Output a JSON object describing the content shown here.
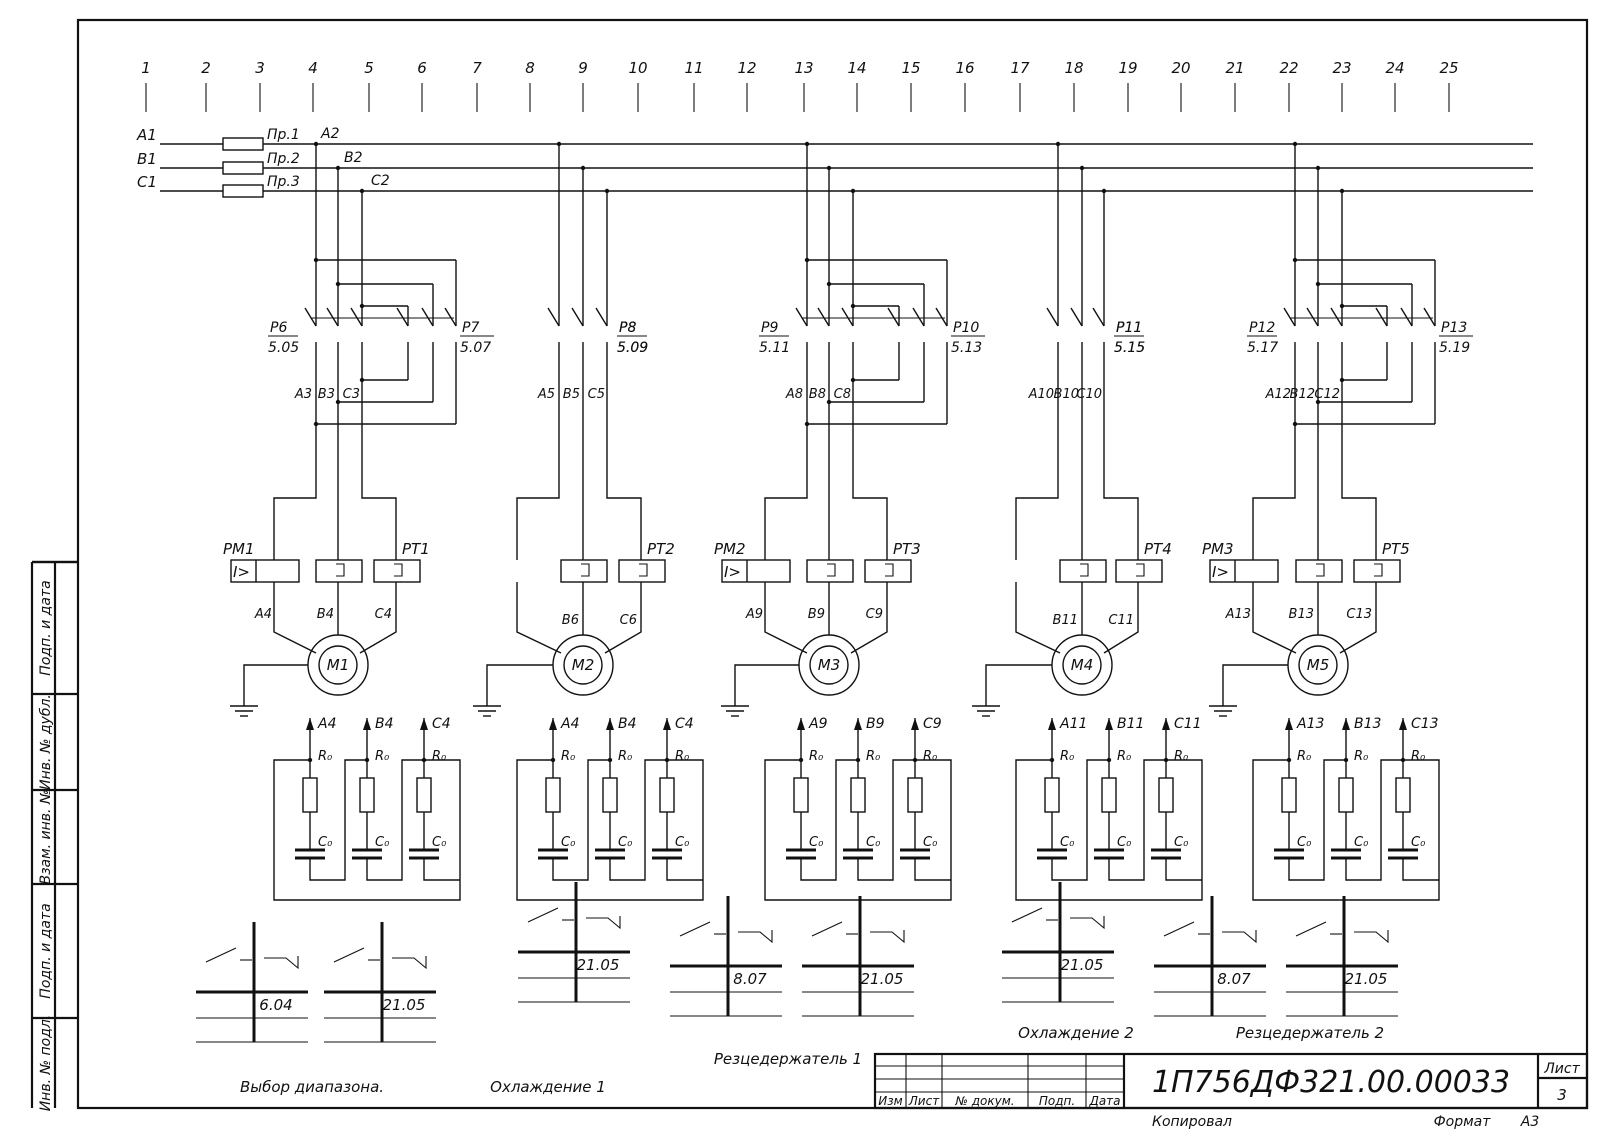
{
  "columns": [
    "1",
    "2",
    "3",
    "4",
    "5",
    "6",
    "7",
    "8",
    "9",
    "10",
    "11",
    "12",
    "13",
    "14",
    "15",
    "16",
    "17",
    "18",
    "19",
    "20",
    "21",
    "22",
    "23",
    "24",
    "25"
  ],
  "bus": {
    "phases": [
      "A1",
      "B1",
      "C1"
    ],
    "fuses": [
      "Пр.1",
      "Пр.2",
      "Пр.3"
    ],
    "taps": [
      "A2",
      "B2",
      "C2"
    ]
  },
  "sections": [
    {
      "id": "1",
      "contactors": [
        {
          "name": "Р6",
          "code": "5.05"
        },
        {
          "name": "Р7",
          "code": "5.07"
        }
      ],
      "wires_mid": [
        "А3",
        "В3",
        "С3"
      ],
      "relays": [
        "РМ1",
        "РТ1"
      ],
      "wires_low": [
        "А4",
        "В4",
        "С4"
      ],
      "motor": "М1",
      "filter_phases": [
        "А4",
        "В4",
        "С4"
      ]
    },
    {
      "id": "2",
      "contactors": [
        {
          "name": "Р8",
          "code": "5.09"
        }
      ],
      "wires_mid": [
        "А5",
        "В5",
        "С5"
      ],
      "relays": [
        "РТ2"
      ],
      "wires_low": [
        "В6",
        "С6"
      ],
      "motor": "М2",
      "filter_phases": [
        "А4",
        "В4",
        "С4"
      ]
    },
    {
      "id": "3",
      "contactors": [
        {
          "name": "Р9",
          "code": "5.11"
        },
        {
          "name": "Р10",
          "code": "5.13"
        }
      ],
      "wires_mid": [
        "А8",
        "В8",
        "С8"
      ],
      "relays": [
        "РМ2",
        "РТ3"
      ],
      "wires_low": [
        "А9",
        "В9",
        "С9"
      ],
      "motor": "М3",
      "filter_phases": [
        "А9",
        "В9",
        "С9"
      ]
    },
    {
      "id": "4",
      "contactors": [
        {
          "name": "Р11",
          "code": "5.15"
        }
      ],
      "wires_mid": [
        "А10",
        "В10",
        "С10"
      ],
      "relays": [
        "РТ4"
      ],
      "wires_low": [
        "В11",
        "С11"
      ],
      "motor": "М4",
      "filter_phases": [
        "А11",
        "В11",
        "С11"
      ]
    },
    {
      "id": "5",
      "contactors": [
        {
          "name": "Р12",
          "code": "5.17"
        },
        {
          "name": "Р13",
          "code": "5.19"
        }
      ],
      "wires_mid": [
        "А12",
        "В12",
        "С12"
      ],
      "relays": [
        "РМ3",
        "РТ5"
      ],
      "wires_low": [
        "А13",
        "В13",
        "С13"
      ],
      "motor": "М5",
      "filter_phases": [
        "А13",
        "В13",
        "С13"
      ]
    }
  ],
  "components": {
    "resistor": "R0",
    "capacitor": "C0",
    "overcurrent_symbol": "I>"
  },
  "contact_tables": [
    {
      "caption": "Выбор диапазона.",
      "refs": [
        "6.04",
        "21.05"
      ]
    },
    {
      "caption": "Охлаждение 1",
      "refs": [
        "21.05"
      ]
    },
    {
      "caption": "Резцедержатель 1",
      "refs": [
        "8.07",
        "21.05"
      ]
    },
    {
      "caption": "Охлаждение 2",
      "refs": [
        "21.05"
      ]
    },
    {
      "caption": "Резцедержатель 2",
      "refs": [
        "8.07",
        "21.05"
      ]
    }
  ],
  "side_stamp": [
    "Инв. № подл.",
    "Подп. и дата",
    "Взам. инв. №",
    "Инв. № дубл.",
    "Подп. и дата"
  ],
  "title_block": {
    "headers": [
      "Изм",
      "Лист",
      "№ докум.",
      "Подп.",
      "Дата"
    ],
    "designation": "1П756ДФ321.00.00033",
    "sheet_label": "Лист",
    "sheet_number": "3",
    "copied": "Копировал",
    "format_label": "Формат",
    "format_value": "А3"
  }
}
